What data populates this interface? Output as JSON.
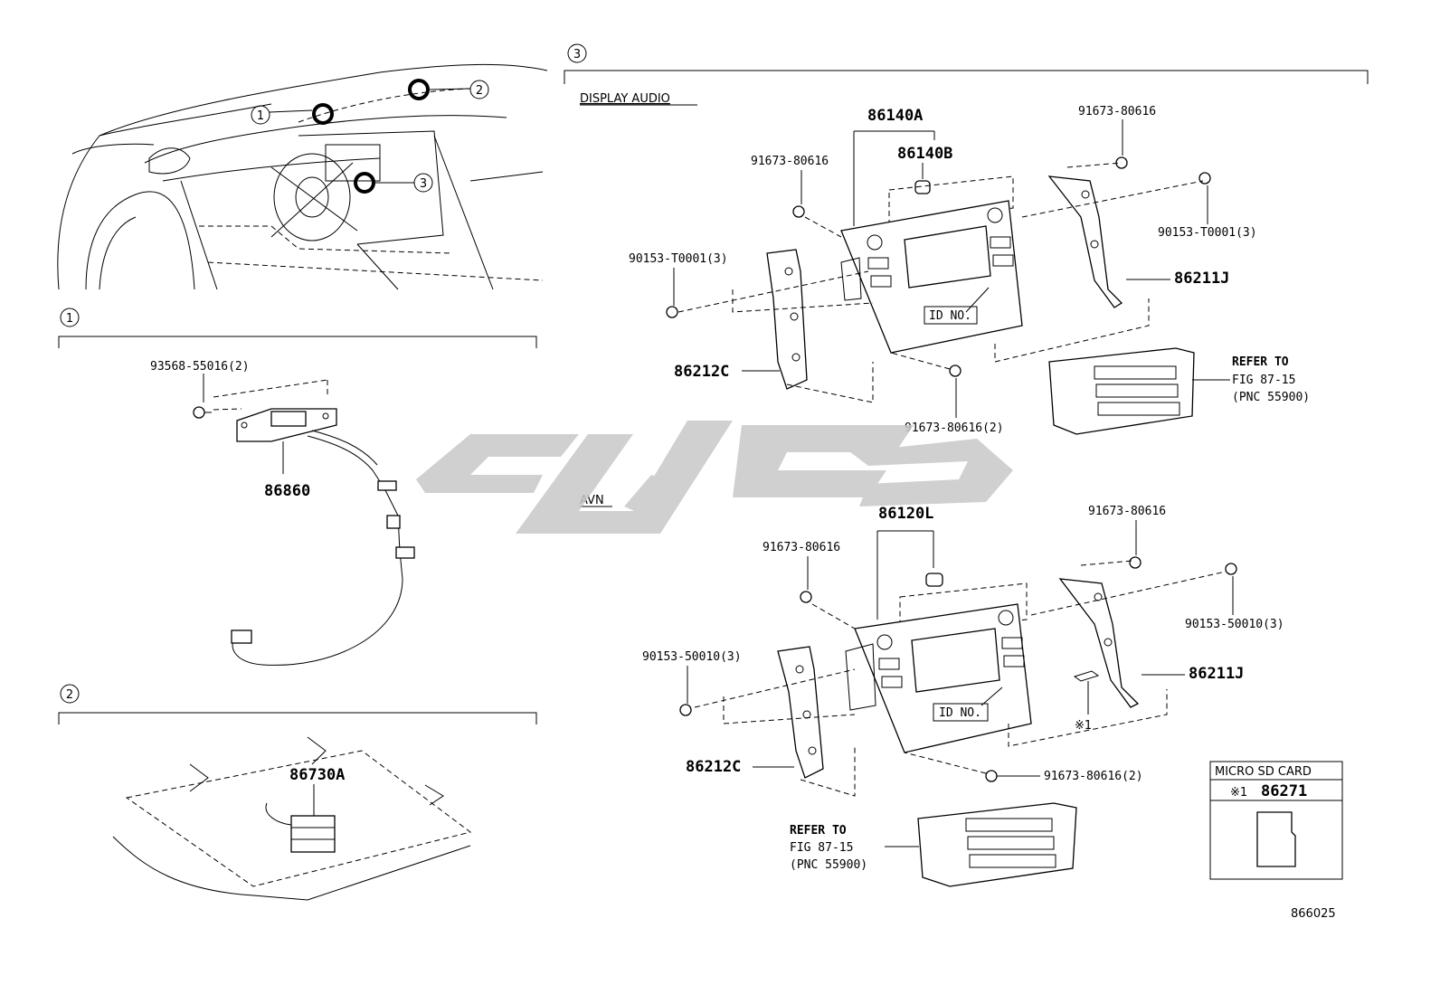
{
  "sections": {
    "s1": "1",
    "s2": "2",
    "s3": "3"
  },
  "overview": {
    "callout1": "1",
    "callout2": "2",
    "callout3": "3"
  },
  "section1": {
    "bolt_label": "93568-55016(2)",
    "part_label": "86860"
  },
  "section2": {
    "part_label": "86730A"
  },
  "display_audio": {
    "header": "DISPLAY AUDIO",
    "p86140A": "86140A",
    "p86140B": "86140B",
    "screw_left": "91673-80616",
    "screw_right": "91673-80616",
    "bolt_left": "90153-T0001(3)",
    "bolt_right": "90153-T0001(3)",
    "bracket_right": "86211J",
    "bracket_left": "86212C",
    "id_no": "ID NO.",
    "screw_bottom": "91673-80616(2)",
    "refer_line1": "REFER TO",
    "refer_line2": "FIG 87-15",
    "refer_line3": "(PNC 55900)"
  },
  "avn": {
    "header": "AVN",
    "p86120L": "86120L",
    "screw_left": "91673-80616",
    "screw_right": "91673-80616",
    "bolt_left": "90153-50010(3)",
    "bolt_right": "90153-50010(3)",
    "bracket_right": "86211J",
    "bracket_left": "86212C",
    "id_no": "ID NO.",
    "note_mark": "※1",
    "screw_bottom": "91673-80616(2)",
    "refer_line1": "REFER TO",
    "refer_line2": "FIG 87-15",
    "refer_line3": "(PNC 55900)"
  },
  "microsd": {
    "title": "MICRO SD CARD",
    "mark": "※1",
    "part": "86271"
  },
  "diagram_number": "866025",
  "watermark_color": "#c8c8c8"
}
